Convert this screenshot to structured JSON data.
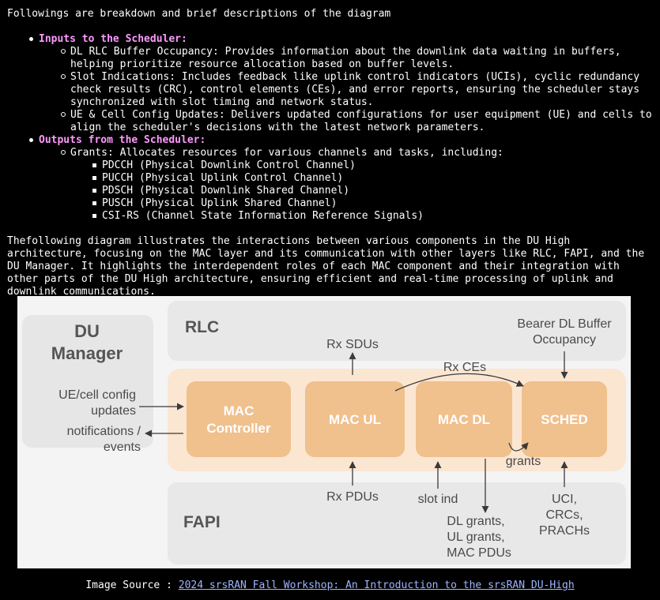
{
  "intro_text": "Followings are breakdown and brief descriptions of the diagram",
  "sections": [
    {
      "heading": "Inputs to the Scheduler:",
      "items": [
        {
          "text": "DL RLC Buffer Occupancy: Provides information about the downlink data waiting in buffers, helping prioritize resource allocation based on buffer levels."
        },
        {
          "text": "Slot Indications: Includes feedback like uplink control indicators (UCIs), cyclic redundancy check results (CRC), control elements (CEs), and error reports, ensuring the scheduler stays synchronized with slot timing and network status."
        },
        {
          "text": "UE & Cell Config Updates: Delivers updated configurations for user equipment (UE) and cells to align the scheduler's decisions with the latest network parameters."
        }
      ]
    },
    {
      "heading": "Outputs from the Scheduler:",
      "items": [
        {
          "text": "Grants: Allocates resources for various channels and tasks, including:",
          "subitems": [
            "PDCCH (Physical Downlink Control Channel)",
            "PUCCH (Physical Uplink Control Channel)",
            "PDSCH (Physical Downlink Shared Channel)",
            "PUSCH (Physical Uplink Shared Channel)",
            "CSI-RS (Channel State Information Reference Signals)"
          ]
        }
      ]
    }
  ],
  "paragraph": "Thefollowing diagram illustrates the interactions between various components in the DU High architecture, focusing on the MAC layer and its communication with other layers like RLC, FAPI, and the DU Manager. It highlights the interdependent roles of each MAC component and their integration with other parts of the DU High architecture, ensuring efficient and real-time processing of uplink and downlink communications.",
  "diagram": {
    "du_manager": [
      "DU",
      "Manager"
    ],
    "rlc": "RLC",
    "fapi": "FAPI",
    "mac_controller": [
      "MAC",
      "Controller"
    ],
    "mac_ul": "MAC UL",
    "mac_dl": "MAC DL",
    "sched": "SCHED",
    "rx_sdus": "Rx SDUs",
    "rx_ces": "Rx CEs",
    "bearer_dl_buffer": [
      "Bearer DL Buffer",
      "Occupancy"
    ],
    "ue_cell_config": [
      "UE/cell config",
      "updates"
    ],
    "notifications": [
      "notifications /",
      "events"
    ],
    "grants": "grants",
    "rx_pdus": "Rx PDUs",
    "slot_ind": "slot ind",
    "dl_outputs": [
      "DL grants,",
      "UL grants,",
      "MAC PDUs"
    ],
    "uci_inputs": [
      "UCI,",
      "CRCs,",
      "PRACHs"
    ],
    "colors": {
      "panel": "#e8e8e8",
      "mac_band": "#fbe6d2",
      "mac_box": "#f0c08d",
      "text": "#4a4a4a",
      "arrow": "#3a3a3a"
    }
  },
  "caption": {
    "prefix": "Image Source : ",
    "link_text": "2024 srsRAN Fall Workshop: An Introduction to the srsRAN DU-High"
  }
}
